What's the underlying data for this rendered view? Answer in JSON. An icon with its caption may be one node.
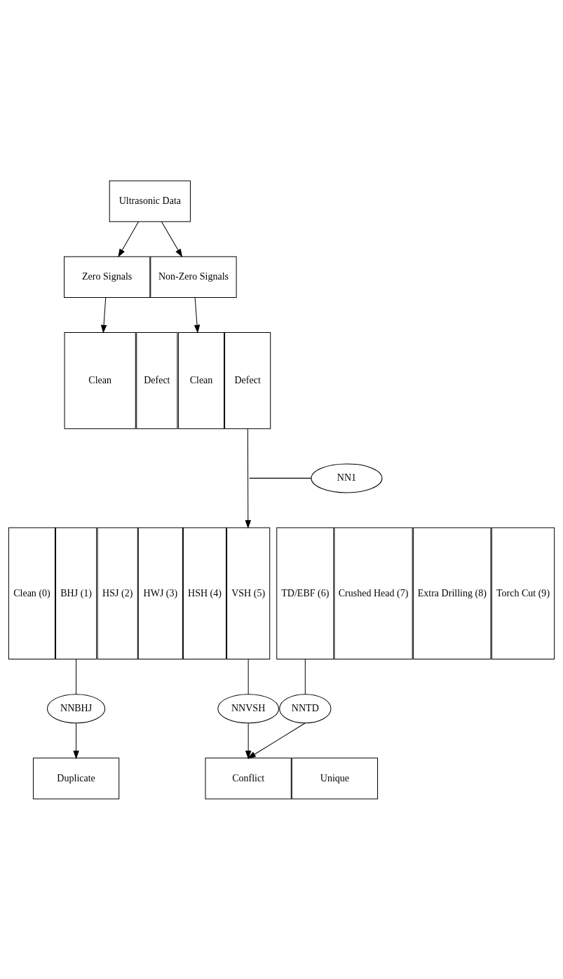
{
  "diagram": {
    "nodes": [
      {
        "text": [
          "Ultrasonic Data"
        ]
      },
      {
        "text": [
          "Zero Signals"
        ]
      },
      {
        "text": [
          "Non-Zero Signals"
        ]
      },
      {
        "text": [
          "Clean"
        ]
      },
      {
        "text": [
          "Defect"
        ]
      },
      {
        "text": [
          "Clean"
        ]
      },
      {
        "text": [
          "Defect"
        ]
      },
      {
        "text": [
          "NN1"
        ]
      },
      {
        "text": [
          "Clean (0)"
        ]
      },
      {
        "text": [
          "BHJ (1)"
        ]
      },
      {
        "text": [
          "HSJ (2)"
        ]
      },
      {
        "text": [
          "HWJ (3)"
        ]
      },
      {
        "text": [
          "HSH (4)"
        ]
      },
      {
        "text": [
          "VSH (5)"
        ]
      },
      {
        "text": [
          "TD/EBF (6)"
        ]
      },
      {
        "text": [
          "Crushed Head (7)"
        ]
      },
      {
        "text": [
          "Extra Drilling (8)"
        ]
      },
      {
        "text": [
          "Torch Cut (9)"
        ]
      },
      {
        "text": [
          "NNBHJ"
        ]
      },
      {
        "text": [
          "NNVSH"
        ]
      },
      {
        "text": [
          "NNTD"
        ]
      },
      {
        "text": [
          "Duplicate"
        ]
      },
      {
        "text": [
          "Conflict"
        ]
      },
      {
        "text": [
          "Unique"
        ]
      }
    ],
    "edges": [
      {
        "from": 0,
        "to": 1,
        "arrow": "to"
      },
      {
        "from": 0,
        "to": 2,
        "arrow": "to"
      },
      {
        "from": 1,
        "to": 3,
        "arrow": "to"
      },
      {
        "from": 2,
        "to": 5,
        "arrow": "to"
      },
      {
        "from": 6,
        "to": 13,
        "arrow": "to"
      },
      {
        "from": 7,
        "to": null,
        "arrow": "none"
      },
      {
        "from": 9,
        "to": 18,
        "arrow": "none"
      },
      {
        "from": 13,
        "to": 19,
        "arrow": "none"
      },
      {
        "from": 14,
        "to": 20,
        "arrow": "none"
      },
      {
        "from": 18,
        "to": 21,
        "arrow": "to"
      },
      {
        "from": 19,
        "to": 22,
        "arrow": "to"
      },
      {
        "from": 20,
        "to": 22,
        "arrow": "to"
      }
    ]
  }
}
